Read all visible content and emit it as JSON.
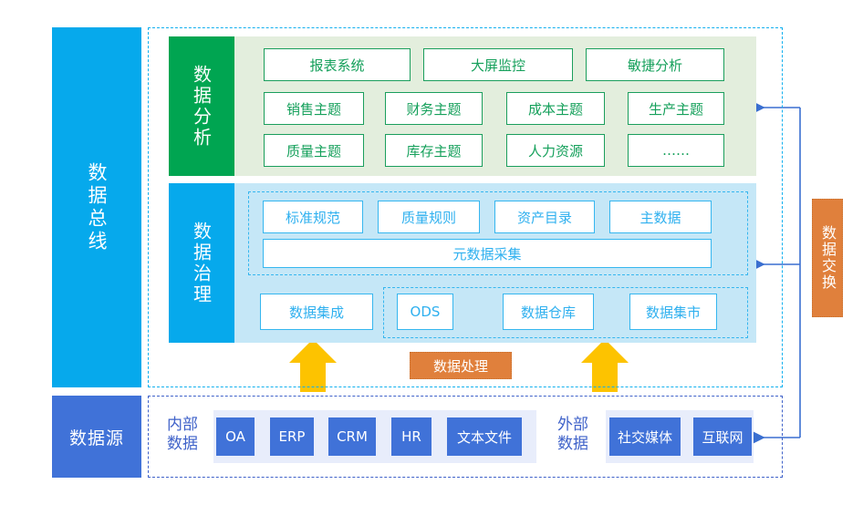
{
  "rails": {
    "data_bus": "数据总线",
    "data_source": "数据源",
    "data_exchange": "数据交换"
  },
  "analysis": {
    "label": "数据分析",
    "row1": [
      "报表系统",
      "大屏监控",
      "敏捷分析"
    ],
    "row2": [
      "销售主题",
      "财务主题",
      "成本主题",
      "生产主题"
    ],
    "row3": [
      "质量主题",
      "库存主题",
      "人力资源",
      "……"
    ]
  },
  "governance": {
    "label": "数据治理",
    "standards_row": [
      "标准规范",
      "质量规则",
      "资产目录",
      "主数据"
    ],
    "metadata": "元数据采集",
    "integration": "数据集成",
    "pipeline": [
      "ODS",
      "数据仓库",
      "数据集市"
    ]
  },
  "process": {
    "chip": "数据处理"
  },
  "source": {
    "internal_label": "内部\n数据",
    "internal_label_line1": "内部",
    "internal_label_line2": "数据",
    "external_label_line1": "外部",
    "external_label_line2": "数据",
    "internal_items": [
      "OA",
      "ERP",
      "CRM",
      "HR",
      "文本文件"
    ],
    "external_items": [
      "社交媒体",
      "互联网"
    ]
  },
  "colors": {
    "bus_blue": "#06a9ec",
    "source_blue": "#4072d8",
    "analysis_green": "#00a551",
    "analysis_band": "#e3eedd",
    "governance_band": "#c5e7f7",
    "orange": "#e0803c",
    "box_blue_border": "#35b6ef",
    "box_green_border": "#1a9e5c",
    "connector_blue": "#3a6fd0",
    "arrow_yellow": "#fdc300",
    "source_band": "#e8edfb"
  }
}
